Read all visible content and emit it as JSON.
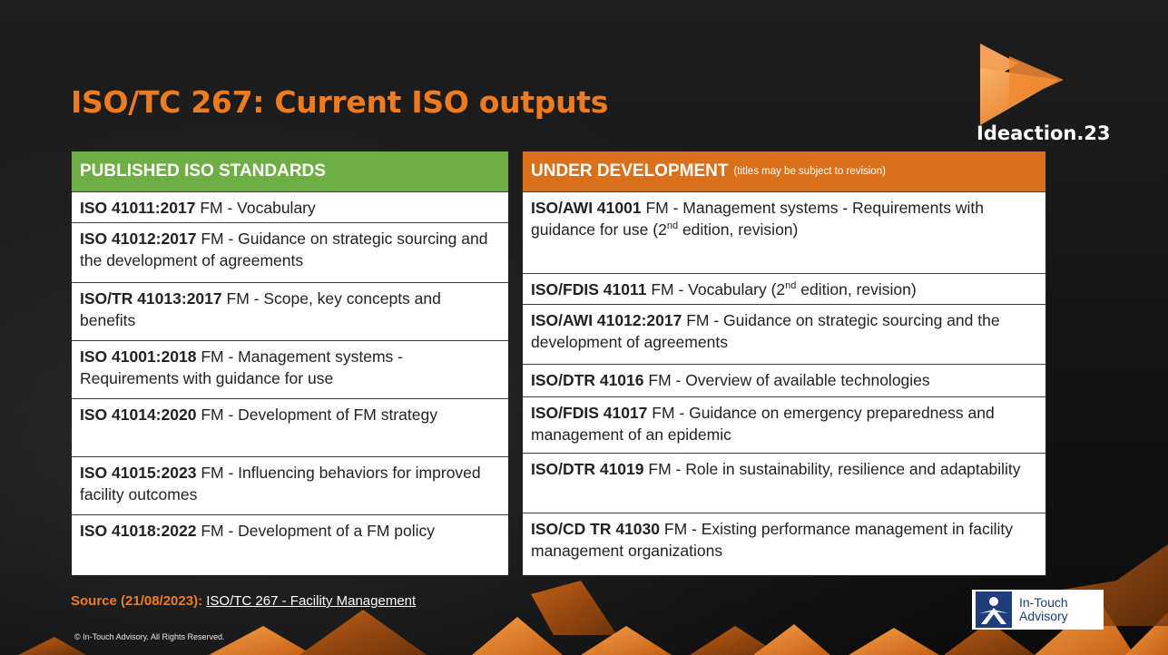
{
  "slide": {
    "title": "ISO/TC 267: Current ISO outputs",
    "logo_text": "Ideaction.23"
  },
  "published": {
    "header": "PUBLISHED ISO STANDARDS",
    "rows": [
      {
        "code": "ISO 41011:2017",
        "desc": "FM - Vocabulary"
      },
      {
        "code": "ISO 41012:2017",
        "desc": "FM - Guidance on strategic sourcing and the development of agreements"
      },
      {
        "code": "ISO/TR 41013:2017",
        "desc": "FM - Scope, key concepts and benefits"
      },
      {
        "code": "ISO 41001:2018",
        "desc": "FM - Management systems - Requirements with guidance for use"
      },
      {
        "code": "ISO 41014:2020",
        "desc": "FM - Development of FM strategy"
      },
      {
        "code": "ISO 41015:2023",
        "desc": "FM - Influencing behaviors for improved facility outcomes"
      },
      {
        "code": "ISO 41018:2022",
        "desc": "FM - Development of a FM policy"
      }
    ]
  },
  "development": {
    "header": "UNDER DEVELOPMENT",
    "header_note": "(titles may be subject to revision)",
    "rows": [
      {
        "code": "ISO/AWI  41001",
        "desc": "FM - Management systems - Requirements with guidance for use (2",
        "sup": "nd",
        "tail": " edition, revision)"
      },
      {
        "code": "ISO/FDIS 41011",
        "desc": "FM - Vocabulary (2",
        "sup": "nd",
        "tail": " edition, revision)"
      },
      {
        "code": "ISO/AWI 41012:2017",
        "desc": "FM - Guidance on strategic sourcing and the development of agreements"
      },
      {
        "code": "ISO/DTR 41016",
        "desc": "FM - Overview of available technologies"
      },
      {
        "code": "ISO/FDIS 41017",
        "desc": "FM - Guidance on emergency preparedness and management of an epidemic"
      },
      {
        "code": "ISO/DTR 41019",
        "desc": "FM - Role in sustainability, resilience and adaptability"
      },
      {
        "code": "ISO/CD TR 41030",
        "desc": "FM - Existing performance management in facility management organizations"
      }
    ]
  },
  "footer": {
    "source_label": "Source (21/08/2023):",
    "source_link": "ISO/TC 267 - Facility Management",
    "copyright": "© In-Touch Advisory. All Rights Reserved.",
    "brand_line1": "In-Touch",
    "brand_line2": "Advisory"
  },
  "colors": {
    "accent_orange": "#ef7b21",
    "published_green": "#6fae44",
    "development_orange": "#d9711c",
    "brand_blue": "#1f3d7a"
  }
}
